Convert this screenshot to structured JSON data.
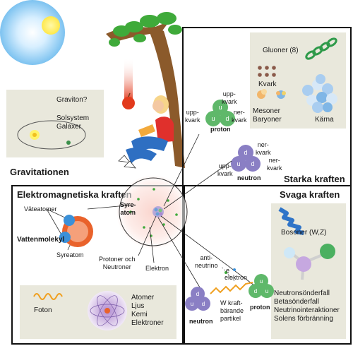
{
  "gravity": {
    "title": "Gravitationen",
    "graviton": "Graviton?",
    "solsystem": "Solsystem",
    "galaxer": "Galaxer"
  },
  "strong": {
    "title": "Starka kraften",
    "gluoner": "Gluoner (8)",
    "kvark": "Kvark",
    "mesoner": "Mesoner",
    "baryoner": "Baryoner",
    "karna": "Kärna",
    "proton_label": "proton",
    "proton_uppkvark_top": "upp-\nkvark",
    "proton_uppkvark_left": "upp-\nkvark",
    "proton_nerkvark": "ner-\nkvark",
    "neutron_label": "neutron",
    "neutron_nerkvark_top": "ner-\nkvark",
    "neutron_nerkvark_right": "ner-\nkvark",
    "neutron_uppkvark": "upp-\nkvark"
  },
  "em": {
    "title": "Elektromagnetiska kraften",
    "vateatomer": "Väteatomer",
    "vattenmolekyl": "Vattenmolekyl",
    "syreatom": "Syreatom",
    "syreatom_center": "Syre-\natom",
    "protoner": "Protoner och\nNeutroner",
    "elektron": "Elektron",
    "foton": "Foton",
    "atomer": "Atomer",
    "ljus": "Ljus",
    "kemi": "Kemi",
    "elektroner": "Elektroner"
  },
  "weak": {
    "title": "Svaga kraften",
    "bosoner": "Bosoner (W,Z)",
    "neutronsonderfall": "Neutronsönderfall",
    "betasonderfall": "Betasönderfall",
    "neutrinointeraktioner": "Neutrinointeraktioner",
    "solens": "Solens förbränning",
    "antineutrino": "anti-\nneutrino",
    "e_electron": "e",
    "elektron": "elektron",
    "w_particle": "W kraft-\nbärande\npartikel",
    "neutron": "neutron",
    "proton": "proton"
  },
  "quark_letters": {
    "u": "u",
    "d": "d"
  },
  "colors": {
    "frame": "#111111",
    "panel": "#e9e8dc",
    "quark_green": "#5fb86a",
    "quark_purple": "#8a7fc4",
    "sky_blue": "#bfe4f7",
    "sun_yellow": "#fff36a",
    "apple_red": "#e23a1c",
    "tree_green": "#3faa3a",
    "atom_glow": "#f5b8ad",
    "oxygen_orange": "#e9622b",
    "hydrogen_blue": "#3b90d8",
    "photon_orange": "#f0a020"
  }
}
